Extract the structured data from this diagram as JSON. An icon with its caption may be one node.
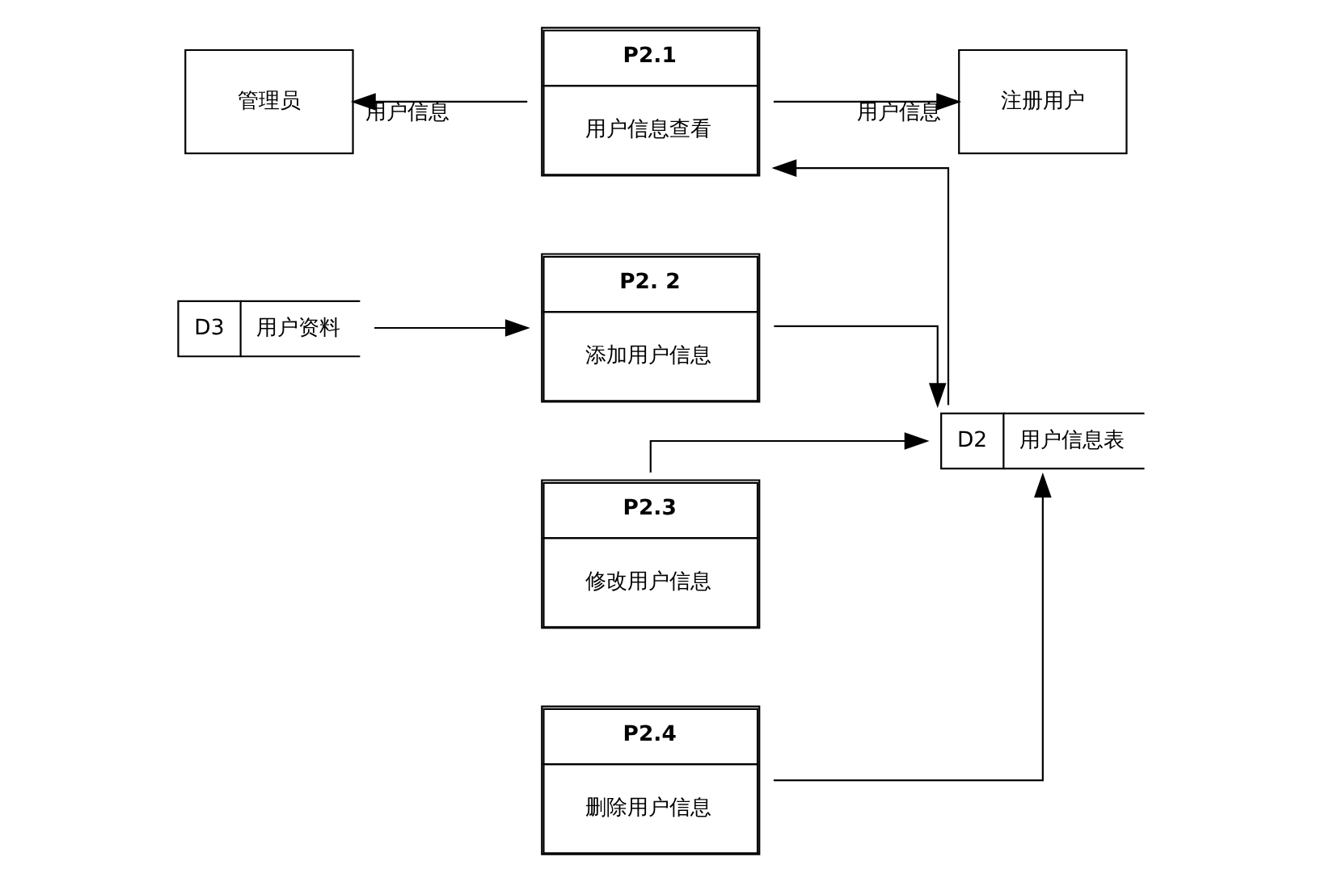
{
  "diagram": {
    "nodes": [
      {
        "text": [
          "管理员"
        ]
      },
      {
        "text": [
          "P2.1",
          "用户信息查看"
        ]
      },
      {
        "text": [
          "注册用户"
        ]
      },
      {
        "text": [
          "P2. 2",
          "添加用户信息"
        ]
      },
      {
        "text": [
          "D3",
          "用户资料"
        ]
      },
      {
        "text": [
          "D2",
          "用户信息表"
        ]
      },
      {
        "text": [
          "P2.3",
          "修改用户信息"
        ]
      },
      {
        "text": [
          "P2.4",
          "删除用户信息"
        ]
      }
    ],
    "edges": [
      {
        "from": 1,
        "to": 0,
        "arrow": "to",
        "label": "用户信息"
      },
      {
        "from": 1,
        "to": 2,
        "arrow": "to",
        "label": "用户信息"
      },
      {
        "from": 5,
        "to": 1,
        "arrow": "to"
      },
      {
        "from": 4,
        "to": 3,
        "arrow": "to"
      },
      {
        "from": 3,
        "to": 5,
        "arrow": "to"
      },
      {
        "from": 6,
        "to": 5,
        "arrow": "to"
      },
      {
        "from": 7,
        "to": 5,
        "arrow": "to"
      }
    ]
  }
}
